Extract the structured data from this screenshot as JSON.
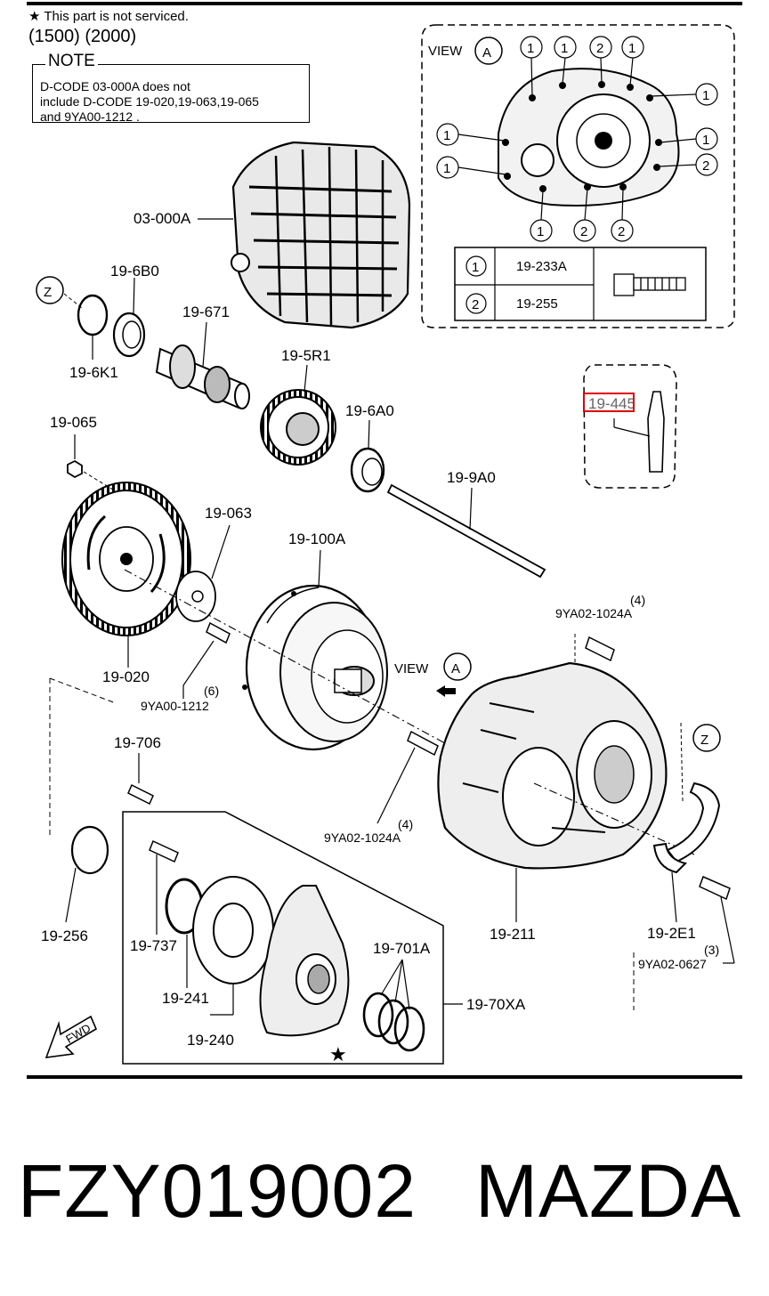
{
  "header": {
    "not_serviced": "This part is not serviced.",
    "engines": "(1500) (2000)"
  },
  "note": {
    "title": "NOTE",
    "line1": "D-CODE 03-000A does not",
    "line2": "include D-CODE 19-020,19-063,19-065",
    "line3": "and 9YA00-1212 ."
  },
  "view_a": {
    "title": "VIEW",
    "letter": "A",
    "table": [
      {
        "num": "1",
        "code": "19-233A"
      },
      {
        "num": "2",
        "code": "19-255"
      }
    ]
  },
  "labels": {
    "l03000a": "03-000A",
    "l196b0": "19-6B0",
    "l19671": "19-671",
    "l195r1": "19-5R1",
    "l196a0": "19-6A0",
    "l196k1": "19-6K1",
    "l19065": "19-065",
    "l199a0": "19-9A0",
    "l19445": "19-445",
    "l19063": "19-063",
    "l19100a": "19-100A",
    "l19020": "19-020",
    "l9ya001212": "9YA00-1212",
    "q6": "(6)",
    "l9ya021024a_top": "9YA02-1024A",
    "q4_top": "(4)",
    "view_a2": "VIEW",
    "l19706": "19-706",
    "l9ya021024a_mid": "9YA02-1024A",
    "q4_mid": "(4)",
    "l19256": "19-256",
    "l19737": "19-737",
    "l19241": "19-241",
    "l19240": "19-240",
    "l19701a": "19-701A",
    "l1970xa": "19-70XA",
    "l19211": "19-211",
    "l192e1": "19-2E1",
    "q3": "(3)",
    "l9ya020627": "9YA02-0627",
    "z": "Z",
    "fwd": "FWD"
  },
  "footer": {
    "part_number": "FZY019002",
    "brand": "MAZDA"
  },
  "colors": {
    "highlight": "#e00000",
    "ink": "#000000"
  }
}
